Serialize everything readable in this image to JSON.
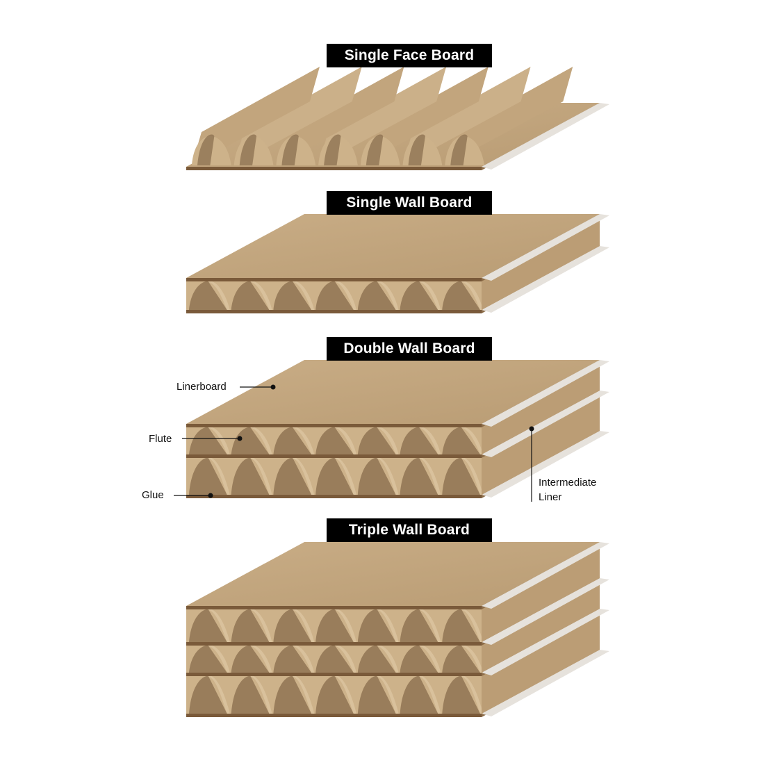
{
  "titles": {
    "single_face": "Single Face Board",
    "single_wall": "Single Wall Board",
    "double_wall": "Double Wall Board",
    "triple_wall": "Triple Wall Board"
  },
  "callouts": {
    "linerboard": "Linerboard",
    "flute": "Flute",
    "glue": "Glue",
    "intermediate_line1": "Intermediate",
    "intermediate_line2": "Liner"
  },
  "colors": {
    "board_top": "#c7aa82",
    "board_edge": "#7a5a3a",
    "flute_face": "#cdb28a",
    "flute_shadow": "#8f7352",
    "title_bg": "#000000",
    "title_text": "#ffffff"
  }
}
